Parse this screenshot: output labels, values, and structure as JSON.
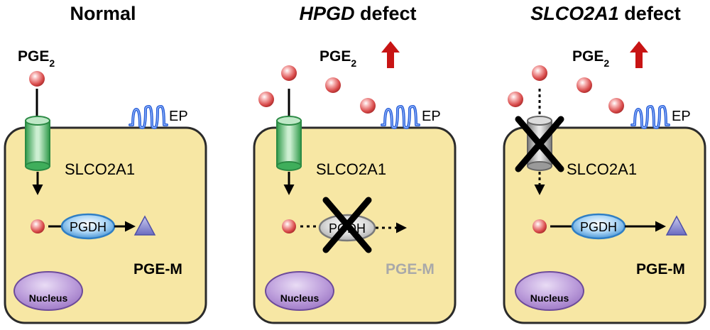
{
  "panels": [
    {
      "title_main": "Normal",
      "title_italic": "",
      "title_suffix": "",
      "pge_label": "PGE",
      "pge_sub": "2",
      "ep_label": "EP",
      "transporter_label": "SLCO2A1",
      "enzyme_label": "PGDH",
      "nucleus_label": "Nucleus",
      "product_label": "PGE-M",
      "state": "normal"
    },
    {
      "title_main": "",
      "title_italic": "HPGD",
      "title_suffix": " defect",
      "pge_label": "PGE",
      "pge_sub": "2",
      "ep_label": "EP",
      "transporter_label": "SLCO2A1",
      "enzyme_label": "PGDH",
      "nucleus_label": "Nucleus",
      "product_label": "PGE-M",
      "state": "hpgd-defect"
    },
    {
      "title_main": "",
      "title_italic": "SLCO2A1",
      "title_suffix": " defect",
      "pge_label": "PGE",
      "pge_sub": "2",
      "ep_label": "EP",
      "transporter_label": "SLCO2A1",
      "enzyme_label": "PGDH",
      "nucleus_label": "Nucleus",
      "product_label": "PGE-M",
      "state": "slco2a1-defect"
    }
  ],
  "colors": {
    "cell_fill": "#f7e7a4",
    "cell_stroke": "#2b2b2b",
    "transporter_green": "#3fae5b",
    "transporter_grey": "#9a9a9a",
    "pgdh_blue": "#2f7ec4",
    "pgdh_grey": "#bdbdbd",
    "nucleus_purple": "#b796d6",
    "pge2_red": "#d84a4a",
    "arrow_red": "#c81414",
    "ep_blue": "#2a5fd8",
    "pgem_triangle": "#7f80c8"
  }
}
